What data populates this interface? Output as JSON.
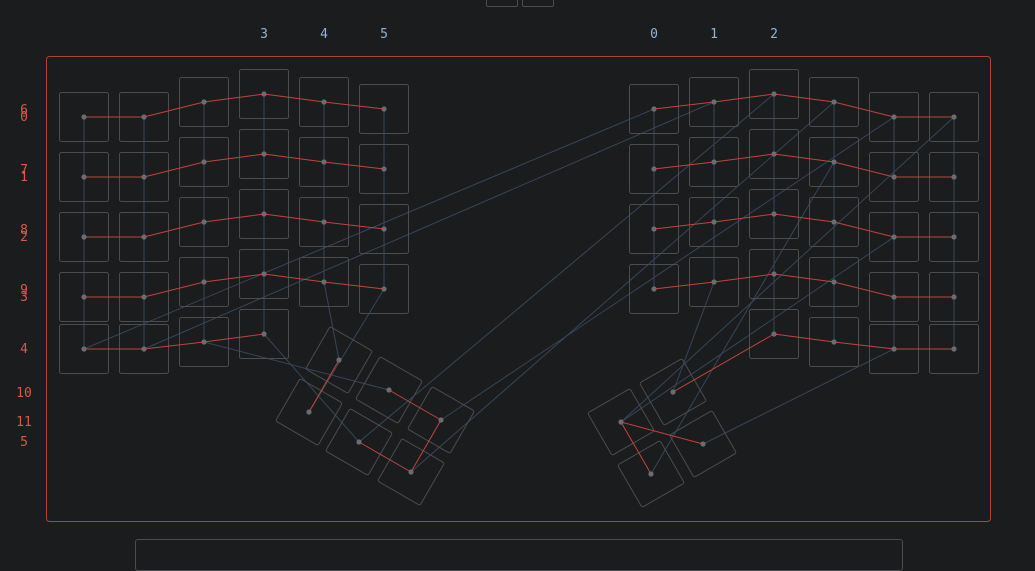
{
  "colors": {
    "background": "#1b1c1e",
    "frame": "#b3413a",
    "key_outline": "#4a4c50",
    "row_wire": "#c0453c",
    "col_wire": "#35465a",
    "key_dot": "#6a6c70",
    "col_label": "#8fb3d9",
    "row_label": "#d45a4a"
  },
  "column_labels": [
    "3",
    "4",
    "5",
    "0",
    "1",
    "2"
  ],
  "row_labels": [
    "6",
    "0",
    "7",
    "1",
    "8",
    "2",
    "9",
    "3",
    "4",
    "10",
    "11",
    "5"
  ],
  "keyboard": {
    "left_half_columns": 6,
    "right_half_columns": 6,
    "main_rows": 4,
    "thumb_keys_per_side": 5
  }
}
